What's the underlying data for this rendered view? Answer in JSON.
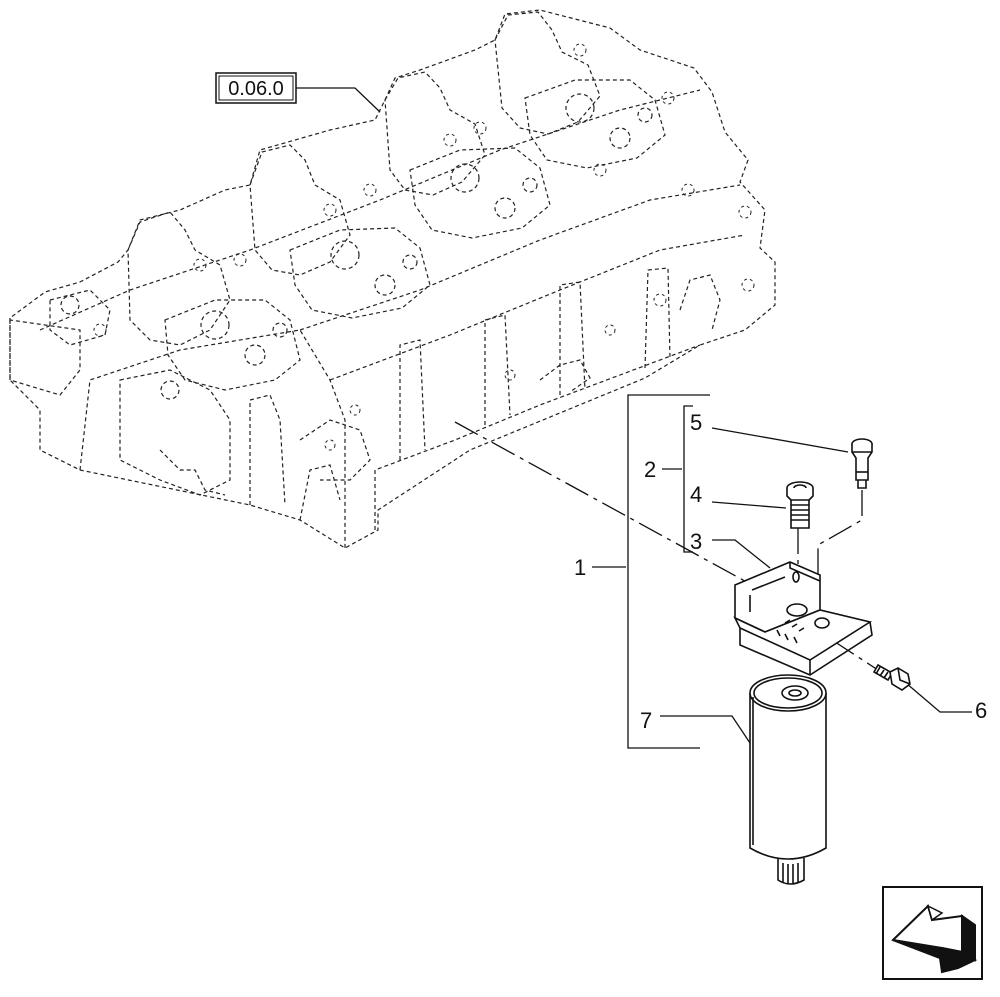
{
  "reference_box": {
    "text": "0.06.0"
  },
  "callouts": {
    "c1": "1",
    "c2": "2",
    "c3": "3",
    "c4": "4",
    "c5": "5",
    "c6": "6",
    "c7": "7"
  },
  "nav_icon": {
    "name": "arrow-previous-icon"
  },
  "colors": {
    "line": "#111111",
    "background": "#ffffff"
  }
}
